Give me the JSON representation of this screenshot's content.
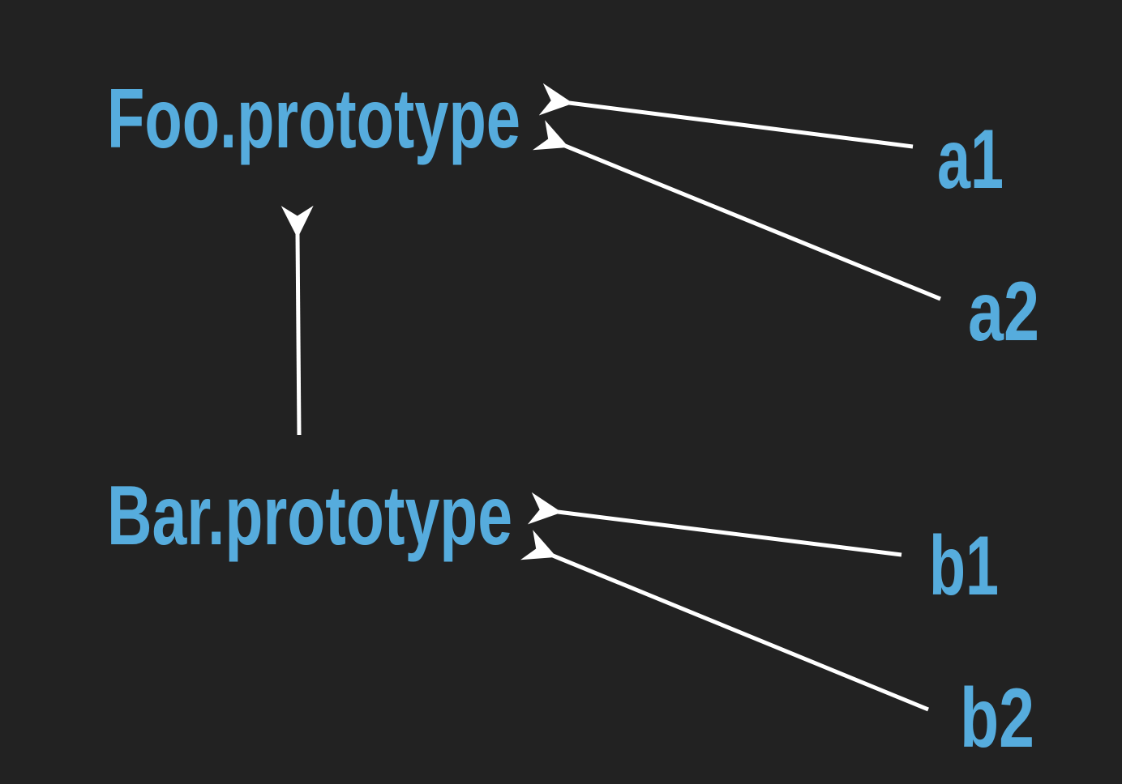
{
  "diagram": {
    "nodes": {
      "foo": "Foo.prototype",
      "bar": "Bar.prototype",
      "a1": "a1",
      "a2": "a2",
      "b1": "b1",
      "b2": "b2"
    },
    "edges": [
      {
        "from": "a1",
        "to": "foo"
      },
      {
        "from": "a2",
        "to": "foo"
      },
      {
        "from": "bar",
        "to": "foo"
      },
      {
        "from": "b1",
        "to": "bar"
      },
      {
        "from": "b2",
        "to": "bar"
      }
    ],
    "colors": {
      "background": "#222222",
      "label": "#56ACDD",
      "arrow": "#FFFFFF"
    }
  }
}
